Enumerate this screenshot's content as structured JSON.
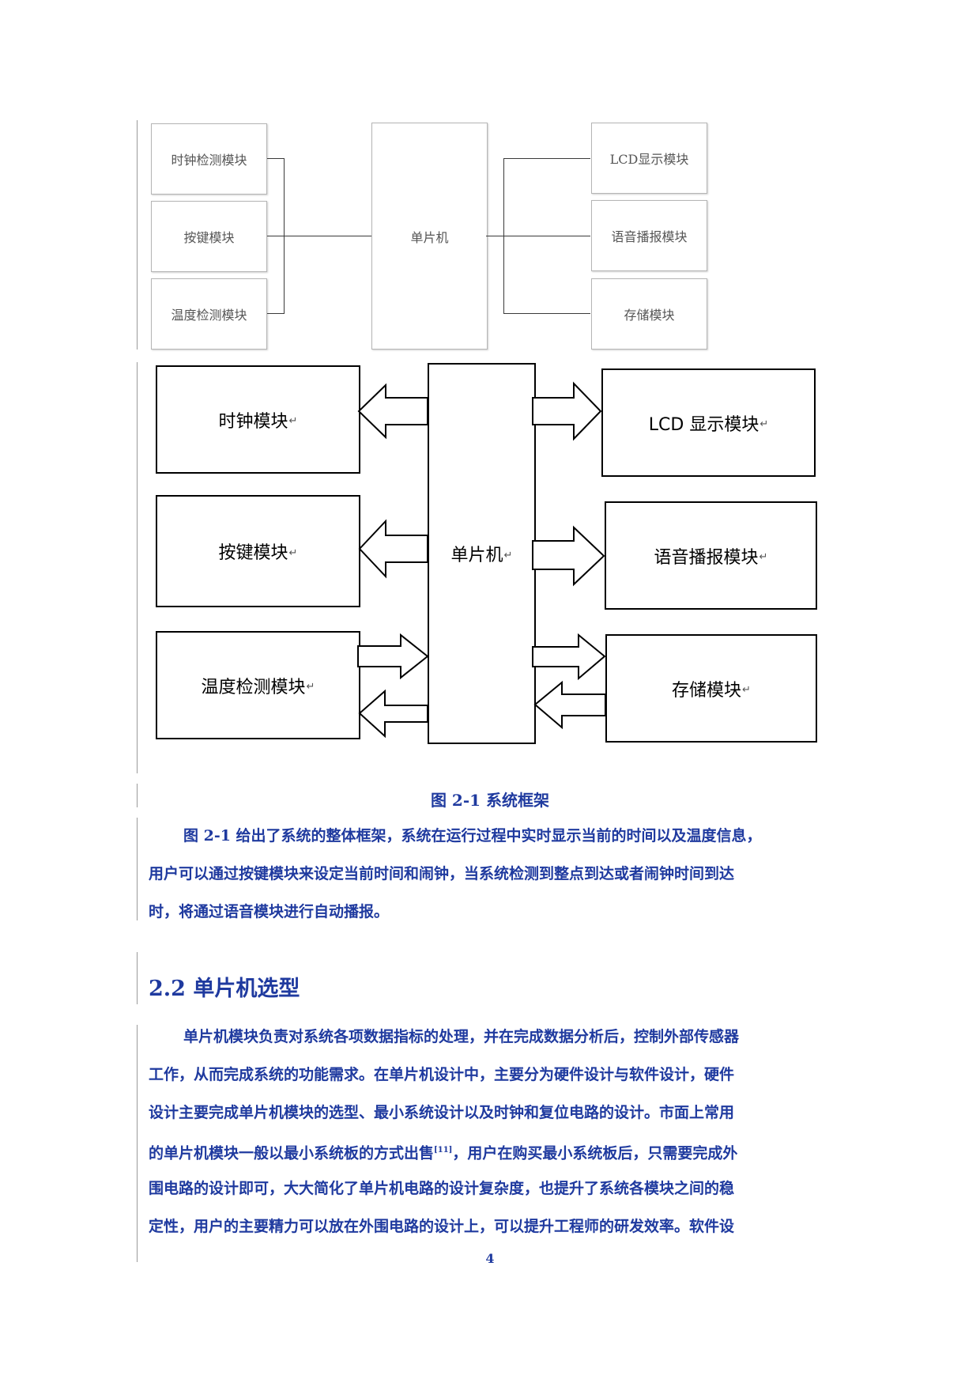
{
  "diagram_a": {
    "left_modules": [
      "时钟检测模块",
      "按键模块",
      "温度检测模块"
    ],
    "center": "单片机",
    "right_modules": [
      "LCD显示模块",
      "语音播报模块",
      "存储模块"
    ]
  },
  "diagram_b": {
    "left_modules": [
      "时钟模块",
      "按键模块",
      "温度检测模块"
    ],
    "center": "单片机",
    "right_modules": [
      "LCD 显示模块",
      "语音播报模块",
      "存储模块"
    ],
    "return_mark": "↵"
  },
  "caption": "图 2-1 系统框架",
  "paragraph1": [
    "图 2-1 给出了系统的整体框架，系统在运行过程中实时显示当前的时间以及温度信息，",
    "用户可以通过按键模块来设定当前时间和闹钟，当系统检测到整点到达或者闹钟时间到达",
    "时，将通过语音模块进行自动播报。"
  ],
  "heading": "2.2 单片机选型",
  "paragraph2": {
    "line1": "单片机模块负责对系统各项数据指标的处理，并在完成数据分析后，控制外部传感器",
    "line2": "工作，从而完成系统的功能需求。在单片机设计中，主要分为硬件设计与软件设计，硬件",
    "line3": "设计主要完成单片机模块的选型、最小系统设计以及时钟和复位电路的设计。市面上常用",
    "line4_before": "的单片机模块一般以最小系统板的方式出售",
    "line4_cite": "[11]",
    "line4_after": "，用户在购买最小系统板后，只需要完成外",
    "line5": "围电路的设计即可，大大简化了单片机电路的设计复杂度，也提升了系统各模块之间的稳",
    "line6": "定性，用户的主要精力可以放在外围电路的设计上，可以提升工程师的研发效率。软件设"
  },
  "page_number": "4"
}
